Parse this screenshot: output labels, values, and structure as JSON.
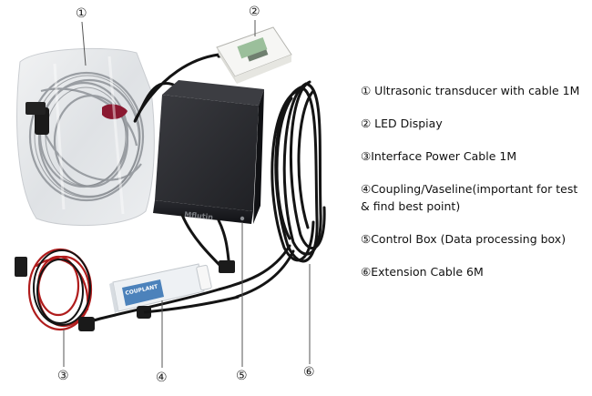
{
  "callouts": {
    "n1": "①",
    "n2": "②",
    "n3": "③",
    "n4": "④",
    "n5": "⑤",
    "n6": "⑥"
  },
  "legend": [
    "① Ultrasonic transducer with cable 1M",
    "② LED Dispiay",
    "③Interface Power Cable 1M",
    "④Coupling/Vaseline(important for test & find best point)",
    "⑤Control Box (Data processing box)",
    "⑥Extension Cable 6M"
  ],
  "product": {
    "box_brand": "Mflutin",
    "tube_label": "COUPLANT"
  },
  "colors": {
    "box": "#1b1c20",
    "cable_black": "#141414",
    "cable_red": "#b01c1c",
    "steel": "#9a9ea3",
    "bag": "#e6e8ea",
    "tube": "#eef1f4",
    "tube_band": "#2f6fb0",
    "led_case": "#f2f2f0"
  }
}
